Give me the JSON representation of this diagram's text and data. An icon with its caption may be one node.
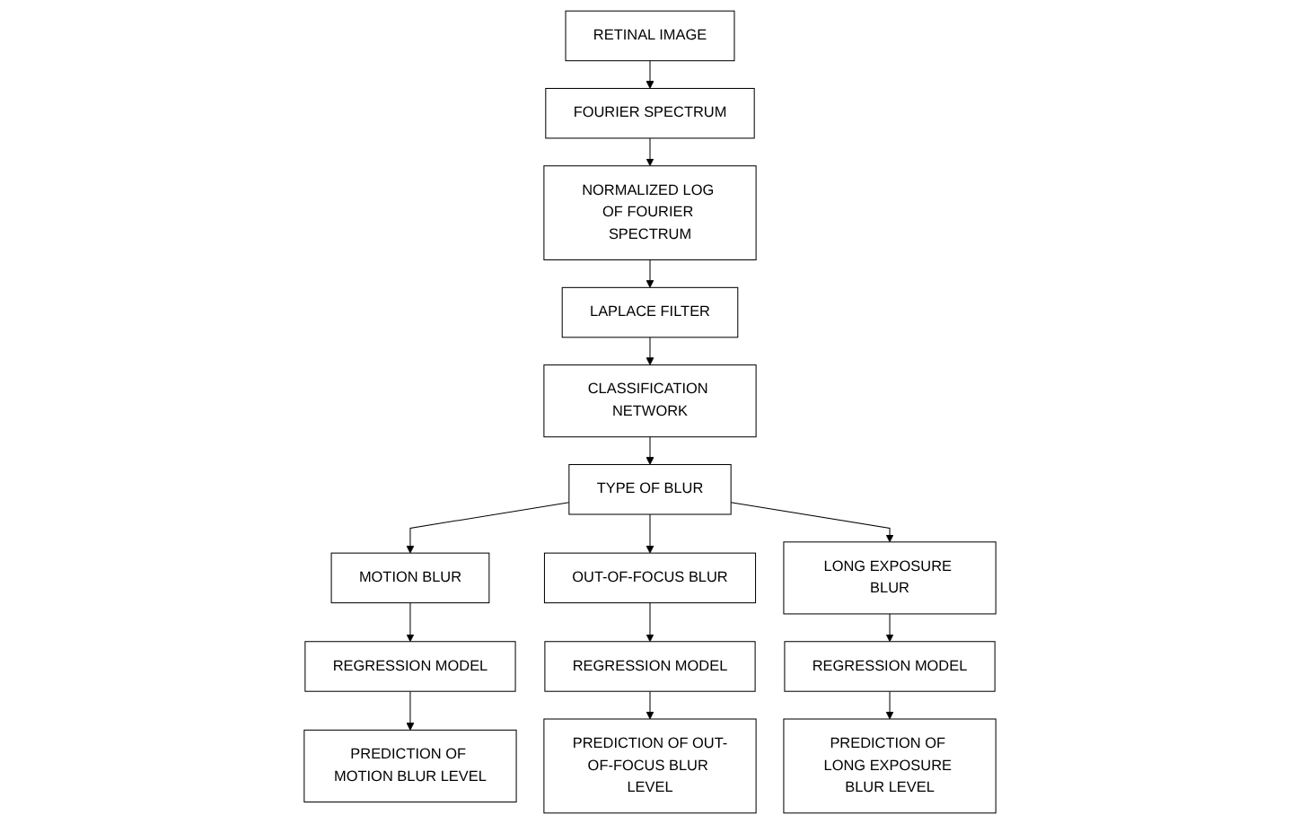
{
  "diagram": {
    "nodes": [
      {
        "text": [
          "RETINAL IMAGE"
        ]
      },
      {
        "text": [
          "FOURIER SPECTRUM"
        ]
      },
      {
        "text": [
          "NORMALIZED LOG OF FOURIER SPECTRUM"
        ]
      },
      {
        "text": [
          "LAPLACE FILTER"
        ]
      },
      {
        "text": [
          "CLASSIFICATION NETWORK"
        ]
      },
      {
        "text": [
          "TYPE OF BLUR"
        ]
      },
      {
        "text": [
          "MOTION BLUR"
        ]
      },
      {
        "text": [
          "REGRESSION MODEL"
        ]
      },
      {
        "text": [
          "PREDICTION OF MOTION BLUR LEVEL"
        ]
      },
      {
        "text": [
          "OUT-OF-FOCUS BLUR"
        ]
      },
      {
        "text": [
          "REGRESSION MODEL"
        ]
      },
      {
        "text": [
          "PREDICTION OF OUT-OF-FOCUS BLUR LEVEL"
        ]
      },
      {
        "text": [
          "LONG EXPOSURE BLUR"
        ]
      },
      {
        "text": [
          "REGRESSION MODEL"
        ]
      },
      {
        "text": [
          "PREDICTION OF LONG EXPOSURE BLUR LEVEL"
        ]
      }
    ],
    "edges": [
      {
        "from": 0,
        "to": 1,
        "arrow": "to"
      },
      {
        "from": 1,
        "to": 2,
        "arrow": "to"
      },
      {
        "from": 2,
        "to": 3,
        "arrow": "to"
      },
      {
        "from": 3,
        "to": 4,
        "arrow": "to"
      },
      {
        "from": 4,
        "to": 5,
        "arrow": "to"
      },
      {
        "from": 5,
        "to": 6,
        "arrow": "to"
      },
      {
        "from": 5,
        "to": 9,
        "arrow": "to"
      },
      {
        "from": 5,
        "to": 12,
        "arrow": "to"
      },
      {
        "from": 6,
        "to": 7,
        "arrow": "to"
      },
      {
        "from": 7,
        "to": 8,
        "arrow": "to"
      },
      {
        "from": 9,
        "to": 10,
        "arrow": "to"
      },
      {
        "from": 10,
        "to": 11,
        "arrow": "to"
      },
      {
        "from": 12,
        "to": 13,
        "arrow": "to"
      },
      {
        "from": 13,
        "to": 14,
        "arrow": "to"
      }
    ]
  }
}
